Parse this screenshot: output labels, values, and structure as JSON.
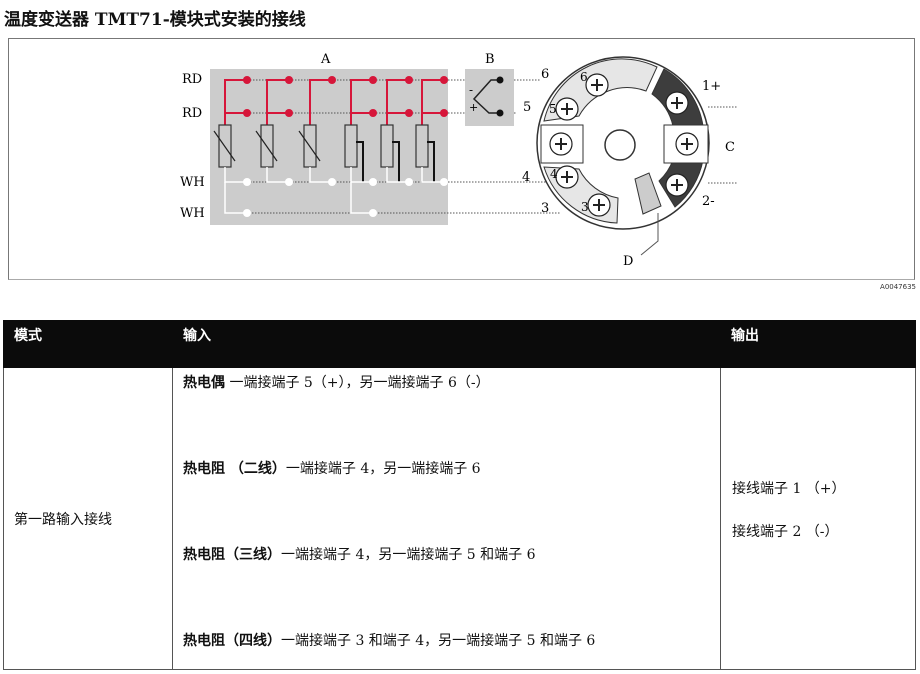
{
  "title": "温度变送器 TMT71-模块式安装的接线",
  "figure": {
    "labels": {
      "A": "A",
      "B": "B",
      "C": "C",
      "D": "D",
      "rd1": "RD",
      "rd2": "RD",
      "wh1": "WH",
      "wh2": "WH",
      "t6": "6",
      "t5": "5",
      "t4": "4",
      "t3": "3",
      "tc_minus": "-",
      "tc_plus": "+",
      "out1": "1+",
      "out2": "2-",
      "ring6": "6",
      "ring5": "5",
      "ring4": "4",
      "ring3": "3"
    },
    "code": "A0047635",
    "colors": {
      "red": "#d6163a",
      "grey": "#cccccc",
      "dark": "#3d3d3d"
    }
  },
  "table": {
    "headers": [
      "模式",
      "输入",
      "输出"
    ],
    "mode": "第一路输入接线",
    "inputs": [
      {
        "bold": "热电偶",
        "text": " 一端接端子 5（+），另一端接端子 6（-）"
      },
      {
        "bold": "热电阻 （二线）",
        "text": "一端接端子 4，另一端接端子 6"
      },
      {
        "bold": "热电阻（三线）",
        "text": "一端接端子 4，另一端接端子 5 和端子 6"
      },
      {
        "bold": "热电阻（四线）",
        "text": "一端接端子 3 和端子 4，另一端接端子 5 和端子 6"
      }
    ],
    "outputs": [
      "接线端子 1 （+）",
      "接线端子 2 （-）"
    ]
  }
}
